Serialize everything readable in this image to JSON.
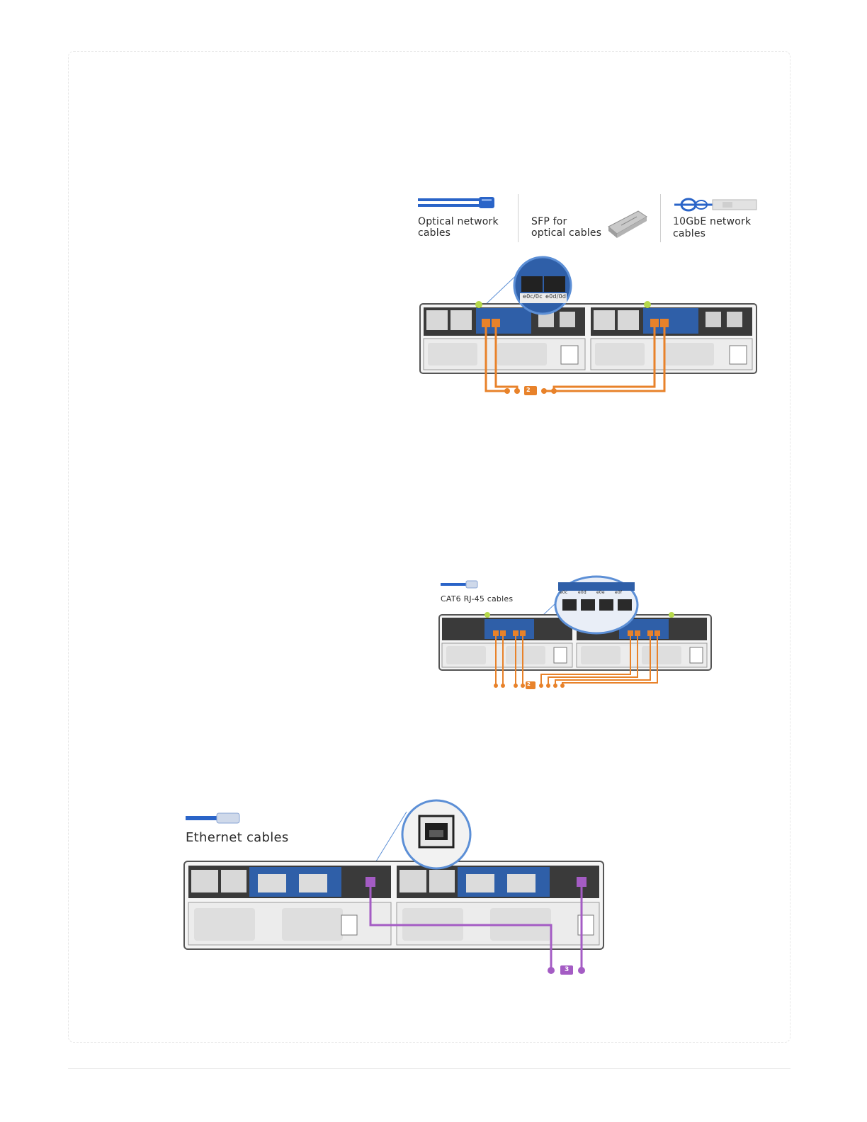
{
  "figure1": {
    "legend": {
      "optical_cables_line1": "Optical network",
      "optical_cables_line2": "cables",
      "sfp_line1": "SFP for",
      "sfp_line2": "optical cables",
      "tengbe_line1": "10GbE network",
      "tengbe_line2": "cables"
    },
    "zoom_port_labels": [
      "e0c/0c",
      "e0d/0d"
    ],
    "step_badge": "2"
  },
  "figure2": {
    "legend": {
      "cat6_label": "CAT6 RJ-45 cables"
    },
    "zoom_port_labels": [
      "e0c",
      "e0d",
      "e0e",
      "e0f"
    ],
    "step_badge": "2"
  },
  "figure3": {
    "legend": {
      "ethernet_label": "Ethernet cables"
    },
    "step_badge": "3"
  },
  "colors": {
    "cable_blue": "#2a64c8",
    "orange_cable": "#e8822a",
    "purple_cable": "#a45cc4",
    "chassis_gray": "#e9e9e9",
    "module_blue": "#2f5fa8"
  }
}
